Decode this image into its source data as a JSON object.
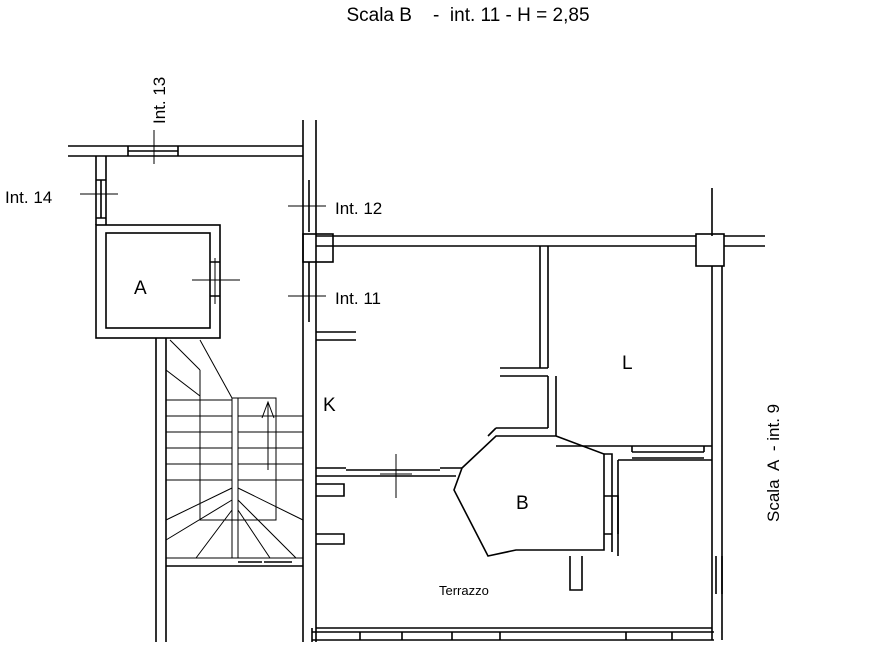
{
  "title": "Scala B    -  int. 11 - H = 2,85",
  "labels": {
    "int13": "Int. 13",
    "int14": "Int. 14",
    "int12": "Int. 12",
    "int11": "Int. 11",
    "scala_a": "Scala  A  - int. 9"
  },
  "rooms": {
    "a": "A",
    "k": "K",
    "l": "L",
    "b": "B",
    "terrazzo": "Terrazzo"
  }
}
